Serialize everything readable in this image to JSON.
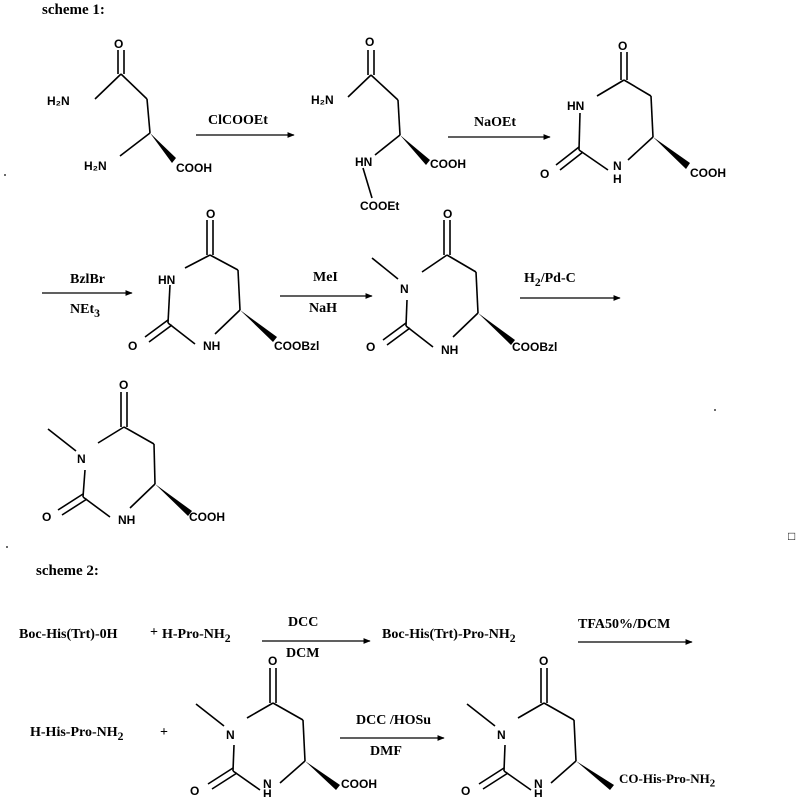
{
  "schemes": [
    {
      "title": "scheme 1:",
      "reagents": {
        "step1": "ClCOOEt",
        "step2": "NaOEt",
        "step3_top": "BzlBr",
        "step3_bottom_main": "NEt",
        "step3_bottom_sub": "3",
        "step4_top": "MeI",
        "step4_bottom": "NaH",
        "step5_main": "H",
        "step5_sub": "2",
        "step5_rest": "/Pd-C"
      }
    },
    {
      "title": "scheme 2:",
      "reagents": {
        "coupling1_top": "DCC",
        "coupling1_bottom": "DCM",
        "deprotect": "TFA50%/DCM",
        "coupling2_top": "DCC /HOSu",
        "coupling2_bottom": "DMF"
      },
      "compounds": {
        "boc_his": "Boc-His(Trt)-0H",
        "plus1": "+",
        "h_pro_main": "H-Pro-NH",
        "h_pro_sub": "2",
        "boc_dipeptide_main": "Boc-His(Trt)-Pro-NH",
        "boc_dipeptide_sub": "2",
        "h_dipeptide_main": "H-His-Pro-NH",
        "h_dipeptide_sub": "2",
        "plus2": "+",
        "product_sidechain_main": "CO-His-Pro-NH",
        "product_sidechain_sub": "2"
      }
    }
  ],
  "atom_labels": {
    "h2n": "H₂N",
    "o": "O",
    "cooh": "COOH",
    "hn": "HN",
    "nh": "NH",
    "n_h": "N",
    "h": "H",
    "cooet": "COOEt",
    "coobzl": "COOBzl",
    "n": "N"
  },
  "marker": "□"
}
